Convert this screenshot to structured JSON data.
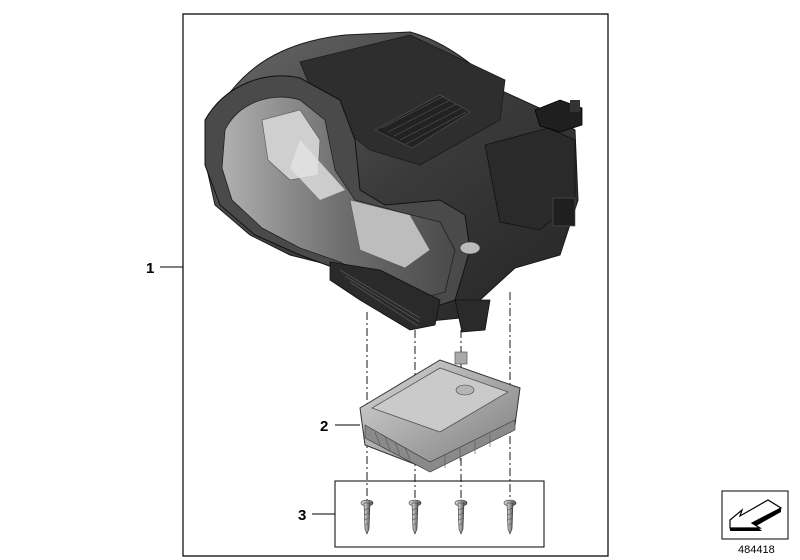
{
  "callouts": [
    {
      "label": "1"
    },
    {
      "label": "2"
    },
    {
      "label": "3"
    }
  ],
  "figure_number": "484418",
  "icons": {
    "view_indicator": "direction-arrow-icon"
  },
  "colors": {
    "housing_dark": "#3a3a3a",
    "housing_mid": "#5a5a5a",
    "lens": "#8a8a8a",
    "control_unit": "#9a9a9a",
    "line": "#000000"
  }
}
